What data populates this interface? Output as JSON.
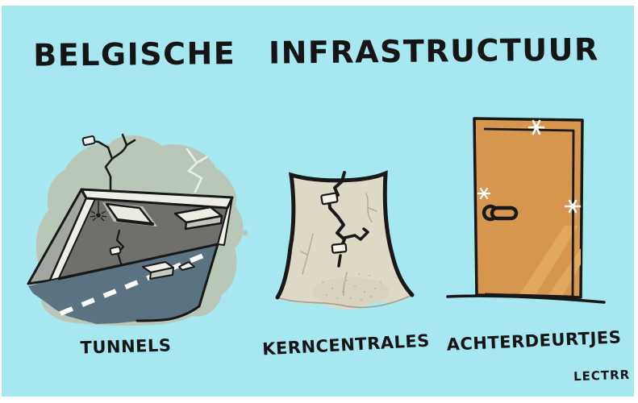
{
  "title": "BELGISCHE INFRASTRUCTUUR",
  "signature": "LECTRR",
  "panels": [
    {
      "id": "tunnels",
      "label": "TUNNELS",
      "subject": "collapsing tunnel with falling ceiling panels and cracked road"
    },
    {
      "id": "kerncentrales",
      "label": "KERNCENTRALES",
      "subject": "cracked nuclear cooling tower patched with tape"
    },
    {
      "id": "achterdeurtjes",
      "label": "ACHTERDEURTJES",
      "subject": "shiny new back door"
    }
  ],
  "colors": {
    "background": "#a7e7f0",
    "ink": "#181818",
    "rock": "#b9c7b9",
    "tunnel_wall": "#a2a79f",
    "tunnel_interior": "#6f706c",
    "frame_light": "#edeee5",
    "road": "#5b7280",
    "tower_body": "#ded9c6",
    "door": "#d7964d",
    "door_shine": "#e2a75f"
  }
}
